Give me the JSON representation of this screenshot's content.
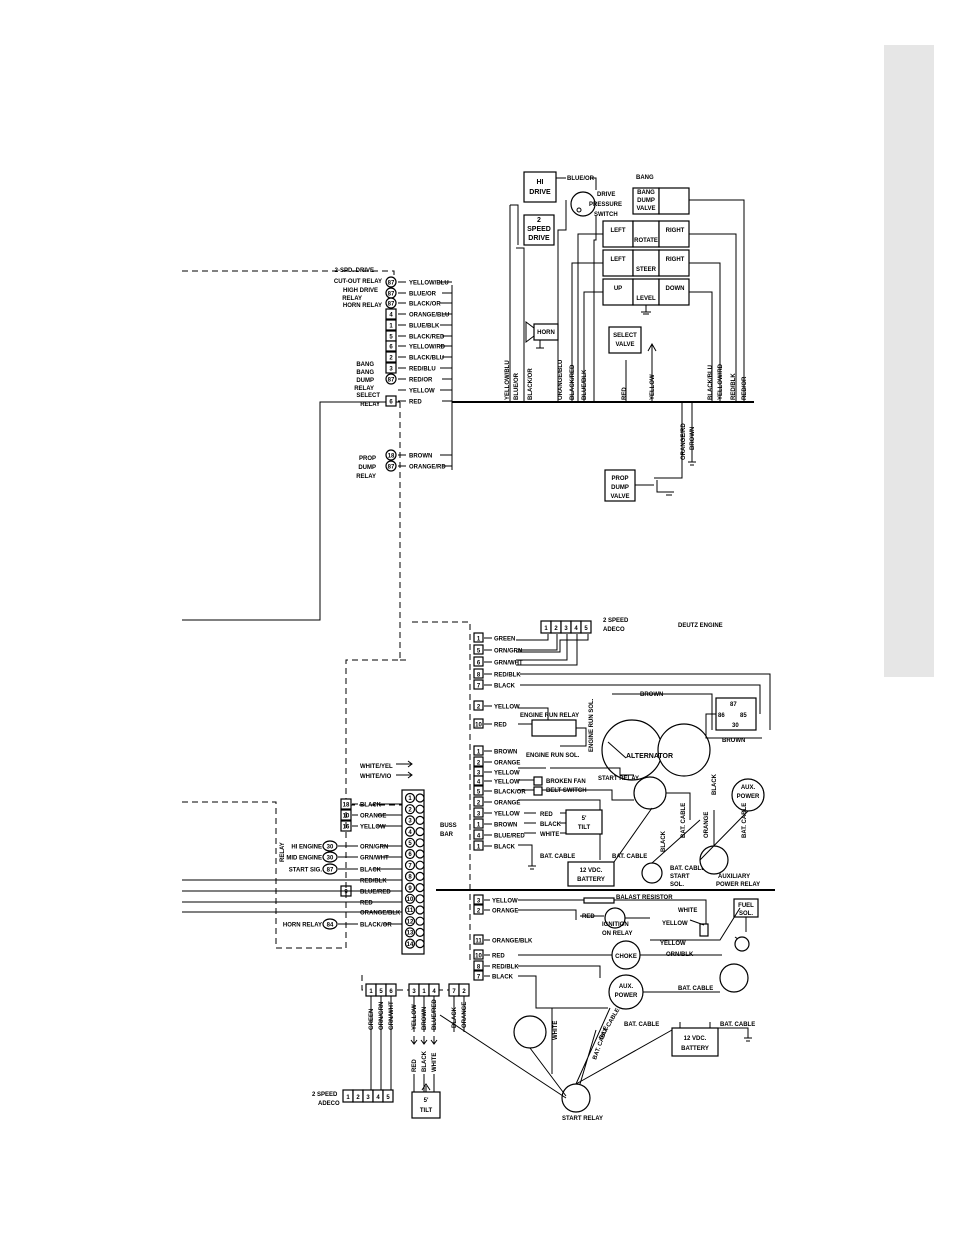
{
  "top": {
    "hi_drive": [
      "HI",
      "DRIVE"
    ],
    "two_speed_drive": [
      "2",
      "SPEED",
      "DRIVE"
    ],
    "blue_or_top": "BLUE/OR",
    "drive_pressure_switch": [
      "DRIVE",
      "PRESSURE",
      "SWITCH"
    ],
    "bang_title": "BANG",
    "bang_dump_valve": [
      "BANG",
      "DUMP",
      "VALVE"
    ],
    "valve_rows": [
      {
        "left": "LEFT",
        "mid": "ROTATE",
        "right": "RIGHT"
      },
      {
        "left": "LEFT",
        "mid": "STEER",
        "right": "RIGHT"
      },
      {
        "left": "UP",
        "mid": "LEVEL",
        "right": "DOWN"
      }
    ],
    "horn": "HORN",
    "select_valve": [
      "SELECT",
      "VALVE"
    ],
    "vertical_wires": [
      "YELLOW/BLU",
      "BLUE/OR",
      "BLACK/OR",
      "ORANGE/BLU",
      "BLACK/RED",
      "BLUE/BLK",
      "RED",
      "YELLOW",
      "BLACK/BLU",
      "YELLOW/RD",
      "RED/BLK",
      "RED/OR"
    ],
    "orange_rd": "ORANGE/RD",
    "brown": "BROWN",
    "prop_dump_valve": [
      "PROP",
      "DUMP",
      "VALVE"
    ]
  },
  "left_relays": {
    "two_spd_drive": "2-SPD. DRIVE",
    "cutout": "CUT-OUT RELAY",
    "high_drive": [
      "HIGH DRIVE",
      "RELAY"
    ],
    "horn_relay": "HORN RELAY",
    "bang": [
      "BANG",
      "BANG",
      "DUMP",
      "RELAY"
    ],
    "select": [
      "SELECT",
      "RELAY"
    ],
    "prop": [
      "PROP",
      "DUMP",
      "RELAY"
    ]
  },
  "connector_top": [
    {
      "pin": "87",
      "wire": "YELLOW/BLU"
    },
    {
      "pin": "87",
      "wire": "BLUE/OR"
    },
    {
      "pin": "87",
      "wire": "BLACK/OR"
    },
    {
      "pin": "4",
      "wire": "ORANGE/BLU"
    },
    {
      "pin": "1",
      "wire": "BLUE/BLK"
    },
    {
      "pin": "5",
      "wire": "BLACK/RED"
    },
    {
      "pin": "6",
      "wire": "YELLOW/RD"
    },
    {
      "pin": "2",
      "wire": "BLACK/BLU"
    },
    {
      "pin": "3",
      "wire": "RED/BLU"
    },
    {
      "pin": "87",
      "wire": "RED/OR"
    },
    {
      "pin": "",
      "wire": "YELLOW"
    },
    {
      "pin": "6",
      "wire": "RED"
    },
    {
      "pin": "18",
      "wire": "BROWN"
    },
    {
      "pin": "87",
      "wire": "ORANGE/RD"
    }
  ],
  "adeco_top": {
    "pins": [
      "1",
      "2",
      "3",
      "4",
      "5"
    ],
    "label": [
      "2 SPEED",
      "ADECO"
    ]
  },
  "deutz": "DEUTZ ENGINE",
  "right_terms": [
    {
      "pin": "1",
      "wire": "GREEN"
    },
    {
      "pin": "5",
      "wire": "ORN/GRN"
    },
    {
      "pin": "6",
      "wire": "GRN/WHT"
    },
    {
      "pin": "8",
      "wire": "RED/BLK"
    },
    {
      "pin": "7",
      "wire": "BLACK"
    },
    {
      "pin": "2",
      "wire": "YELLOW"
    },
    {
      "pin": "10",
      "wire": "RED"
    },
    {
      "pin": "1",
      "wire": "BROWN"
    },
    {
      "pin": "2",
      "wire": "ORANGE"
    },
    {
      "pin": "3",
      "wire": "YELLOW"
    },
    {
      "pin": "4",
      "wire": "YELLOW"
    },
    {
      "pin": "5",
      "wire": "BLACK/OR"
    },
    {
      "pin": "2",
      "wire": "ORANGE"
    },
    {
      "pin": "3",
      "wire": "YELLOW"
    },
    {
      "pin": "1",
      "wire": "BROWN"
    },
    {
      "pin": "4",
      "wire": "BLUE/RED"
    },
    {
      "pin": "1",
      "wire": "BLACK"
    }
  ],
  "engine": {
    "engine_run_relay": "ENGINE RUN RELAY",
    "engine_run_sol": "ENGINE RUN SOL.",
    "alternator": "ALTERNATOR",
    "brown": "BROWN",
    "relay_pins": [
      "87",
      "86",
      "85",
      "30"
    ],
    "start_relay": "START RELAY",
    "broken_fan": "BROKEN FAN",
    "belt_switch": "BELT SWITCH",
    "aux_power": [
      "AUX.",
      "POWER"
    ],
    "arrow_wires": [
      "RED",
      "BLACK",
      "WHITE"
    ],
    "tilt": [
      "5'",
      "TILT"
    ],
    "bat_cable": "BAT. CABLE",
    "battery": [
      "12 VDC.",
      "BATTERY"
    ],
    "start_sol": [
      "START",
      "SOL."
    ],
    "aux_relay": [
      "AUXILIARY",
      "POWER RELAY"
    ],
    "black": "BLACK",
    "orange": "ORANGE"
  },
  "buss": {
    "white_yel": "WHITE/YEL",
    "white_vio": "WHITE/VIO",
    "label": [
      "BUSS",
      "BAR"
    ],
    "relay": "RELAY",
    "rows": [
      {
        "pin": "18",
        "wire": "BLACK"
      },
      {
        "pin": "10",
        "wire": "ORANGE"
      },
      {
        "pin": "16",
        "wire": "YELLOW"
      },
      {
        "pin": "30",
        "wire": "ORN/GRN",
        "name": "HI ENGINE"
      },
      {
        "pin": "30",
        "wire": "GRN/WHT",
        "name": "MID ENGINE"
      },
      {
        "pin": "87",
        "wire": "BLACK",
        "name": "START SIG."
      },
      {
        "pin": "",
        "wire": "RED/BLK"
      },
      {
        "pin": "9",
        "wire": "BLUE/RED"
      },
      {
        "pin": "",
        "wire": "RED"
      },
      {
        "pin": "",
        "wire": "ORANGE/BLK"
      },
      {
        "pin": "84",
        "wire": "BLACK/OR",
        "name": "HORN RELAY"
      }
    ],
    "numbers": [
      "1",
      "2",
      "3",
      "4",
      "5",
      "6",
      "7",
      "8",
      "9",
      "10",
      "11",
      "12",
      "13",
      "14"
    ]
  },
  "lower_right": {
    "terms": [
      {
        "pin": "3",
        "wire": "YELLOW"
      },
      {
        "pin": "2",
        "wire": "ORANGE"
      },
      {
        "pin": "11",
        "wire": "ORANGE/BLK"
      },
      {
        "pin": "10",
        "wire": "RED"
      },
      {
        "pin": "8",
        "wire": "RED/BLK"
      },
      {
        "pin": "7",
        "wire": "BLACK"
      }
    ],
    "ballast": "BALAST RESISTOR",
    "white": "WHITE",
    "red": "RED",
    "ignition": [
      "IGNITION",
      "ON RELAY"
    ],
    "yellow": "YELLOW",
    "fuel_sol": [
      "FUEL",
      "SOL."
    ],
    "choke": "CHOKE",
    "orn_blk": "ORN/BLK",
    "aux_power": [
      "AUX.",
      "POWER"
    ],
    "bat_cable": "BAT. CABLE",
    "battery": [
      "12 VDC.",
      "BATTERY"
    ],
    "start_relay": "START RELAY"
  },
  "bottom": {
    "connector_pins": [
      "1",
      "5",
      "6",
      "3",
      "1",
      "4",
      "7",
      "2"
    ],
    "wires": [
      "GREEN",
      "ORN/GRN",
      "GRN/WHT",
      "YELLOW",
      "BROWN",
      "BLUE/RED",
      "BLACK",
      "ORANGE"
    ],
    "tilt_wires": [
      "RED",
      "BLACK",
      "WHITE"
    ],
    "adeco_pins": [
      "1",
      "2",
      "3",
      "4",
      "5"
    ],
    "adeco_label": [
      "2 SPEED",
      "ADECO"
    ],
    "tilt": [
      "5'",
      "TILT"
    ],
    "white": "WHITE",
    "bat_cable": "BAT. CABLE"
  }
}
